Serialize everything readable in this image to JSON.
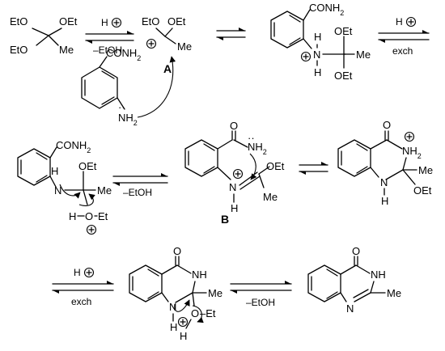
{
  "mol1": {
    "line1_left": "EtO",
    "line1_right": "OEt",
    "line2_left": "EtO",
    "line2_right": "Me"
  },
  "eq1": {
    "top": "H",
    "bottom": "–EtOH"
  },
  "cationA": {
    "left": "EtO",
    "right": "OEt",
    "sub": "Me",
    "label": "A"
  },
  "anthranilamide": {
    "amide": "CONH",
    "amide_sub": "2",
    "amine": "NH",
    "amine_sub": "2"
  },
  "adduct1": {
    "amide": "CONH",
    "amide_sub": "2",
    "h_top": "H",
    "h_bot": "H",
    "n": "N",
    "oet_top": "OEt",
    "oet_bot": "OEt",
    "me": "Me"
  },
  "eq2": {
    "top": "H",
    "bottom": "exch"
  },
  "adduct2": {
    "amide": "CONH",
    "amide_sub": "2",
    "h": "H",
    "n": "N",
    "oet": "OEt",
    "me": "Me",
    "oh_h": "H",
    "oh_o": "O",
    "oh_et": "Et"
  },
  "eq3": {
    "bottom": "–EtOH"
  },
  "iminiumB": {
    "o": "O",
    "nh2": "NH",
    "nh2_sub": "2",
    "n": "N",
    "h": "H",
    "oet": "OEt",
    "me": "Me",
    "label": "B"
  },
  "cyclic_cation": {
    "o": "O",
    "nh2": "NH",
    "nh2_sub": "2",
    "nh_n": "N",
    "nh_h": "H",
    "me": "Me",
    "oet": "OEt"
  },
  "eq5": {
    "top": "H",
    "bottom": "exch"
  },
  "cyclic_oxonium": {
    "o": "O",
    "nh": "NH",
    "n": "N",
    "h": "H",
    "me": "Me",
    "ox_o": "O",
    "ox_et": "–Et",
    "ox_h": "H"
  },
  "eq6": {
    "bottom": "–EtOH"
  },
  "quinazolinone": {
    "o": "O",
    "nh": "NH",
    "n": "N",
    "me": "Me"
  }
}
